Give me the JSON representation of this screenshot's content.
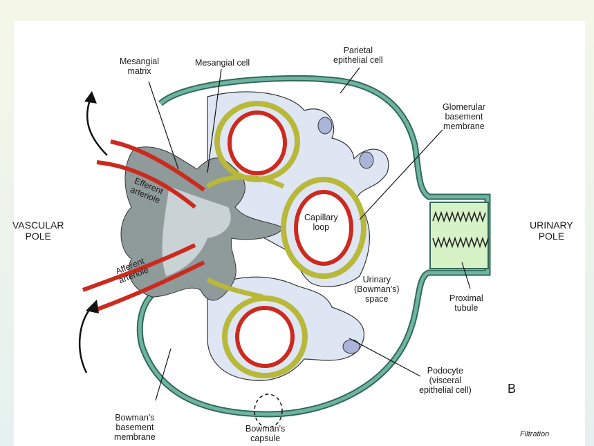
{
  "labels": {
    "mesangial_matrix": [
      "Mesangial",
      "matrix"
    ],
    "mesangial_cell": "Mesangial cell",
    "parietal_cell": [
      "Parietal",
      "epithelial cell"
    ],
    "gbm": [
      "Glomerular",
      "basement",
      "membrane"
    ],
    "vascular_pole": [
      "VASCULAR",
      "POLE"
    ],
    "urinary_pole": [
      "URINARY",
      "POLE"
    ],
    "efferent": [
      "Efferent",
      "arteriole"
    ],
    "afferent": [
      "Afferent",
      "arteriole"
    ],
    "capillary_loop": [
      "Capillary",
      "loop"
    ],
    "urinary_space": [
      "Urinary",
      "(Bowman's)",
      "space"
    ],
    "proximal_tubule": [
      "Proximal",
      "tubule"
    ],
    "podocyte": [
      "Podocyte",
      "(visceral",
      "epithelial cell)"
    ],
    "panel_letter": "B",
    "bowmans_membrane": [
      "Bowman's",
      "basement",
      "membrane"
    ],
    "bowmans_capsule": [
      "Bowman's",
      "capsule"
    ],
    "filtration": "Filtration"
  },
  "colors": {
    "capsule": "#5a9a86",
    "podocyte": "#dfe6f3",
    "mesangium": "#8f9a9a",
    "gbm": "#c4c43a",
    "capillary": "#cc2a1e",
    "tubule": "#d8f2c8"
  }
}
